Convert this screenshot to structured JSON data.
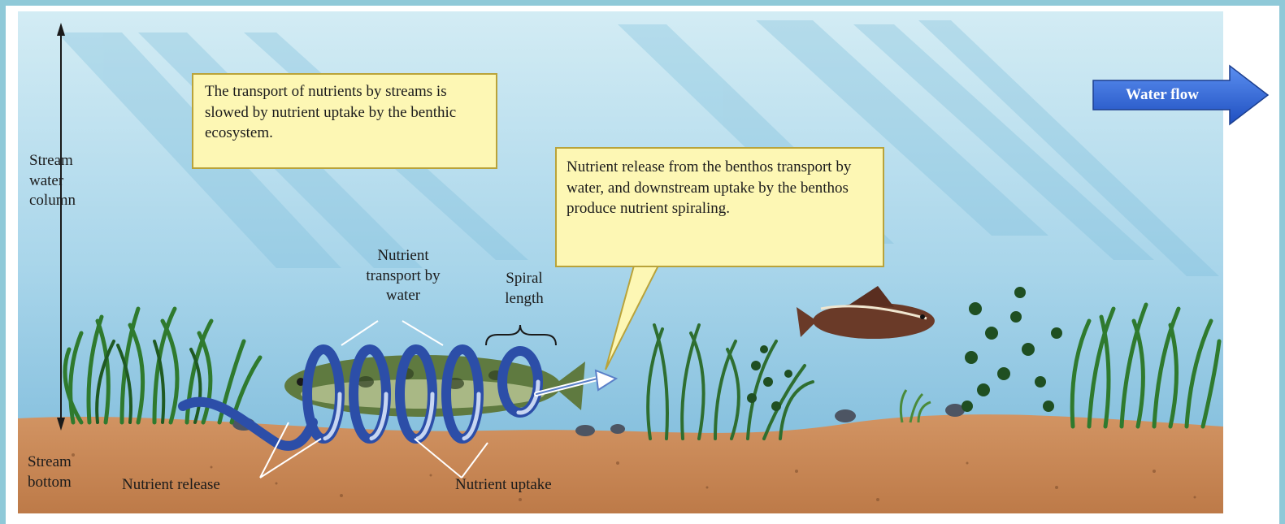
{
  "labels": {
    "water_column": "Stream water column",
    "stream_bottom": "Stream bottom",
    "nutrient_transport": "Nutrient transport by water",
    "spiral_length": "Spiral length",
    "nutrient_release": "Nutrient release",
    "nutrient_uptake": "Nutrient uptake",
    "water_flow": "Water flow"
  },
  "callouts": {
    "transport_slowed": "The transport of nutrients by streams is slowed by nutrient uptake by the benthic ecosystem.",
    "spiraling": "Nutrient release from the benthos transport by water, and downstream uptake by the benthos produce nutrient spiraling."
  },
  "colors": {
    "frame": "#8fc9d8",
    "water_top": "#cfe9f3",
    "water_bottom": "#8ec5e0",
    "sediment": "#c98752",
    "callout_fill": "#fdf7b4",
    "flow_arrow": "#2a5fd0",
    "spiral": "#2c4ea8"
  }
}
